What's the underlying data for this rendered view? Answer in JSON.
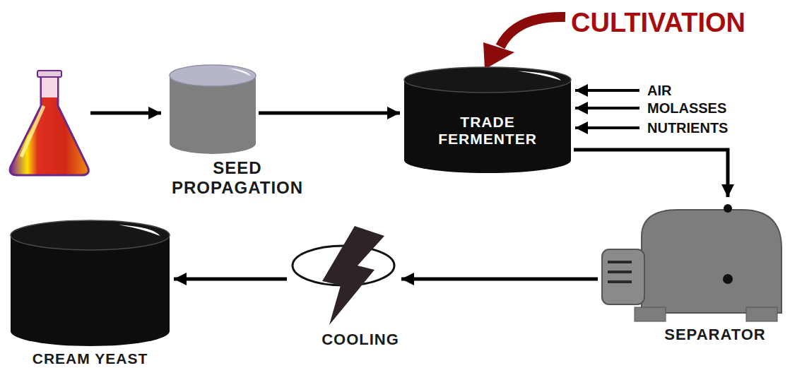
{
  "diagram": {
    "nodes": [
      {
        "text": [
          "SEED PROPAGATION"
        ]
      },
      {
        "text": [
          "TRADE FERMENTER"
        ]
      },
      {
        "text": [
          "SEPARATOR"
        ]
      },
      {
        "text": [
          "COOLING"
        ]
      },
      {
        "text": [
          "CREAM YEAST"
        ]
      }
    ],
    "edges": [
      {
        "from": 0,
        "to": 1,
        "arrow": "to"
      },
      {
        "from": 1,
        "to": 2,
        "arrow": "to"
      },
      {
        "from": 2,
        "to": 3,
        "arrow": "to"
      },
      {
        "from": 3,
        "to": 4,
        "arrow": "to"
      }
    ],
    "labels": [
      "CULTIVATION",
      "AIR",
      "MOLASSES",
      "NUTRIENTS"
    ]
  }
}
